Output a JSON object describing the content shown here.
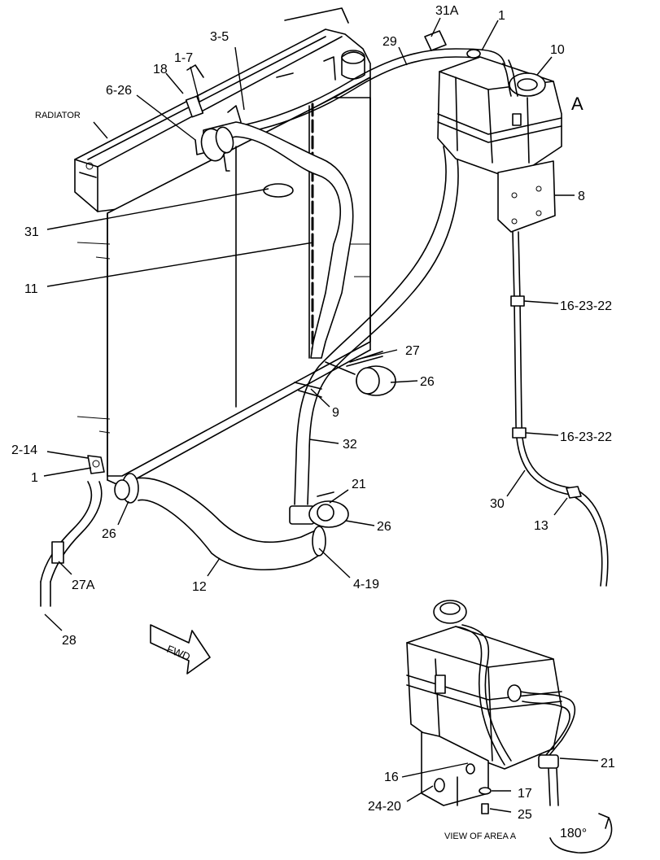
{
  "labels": {
    "radiator": "RADIATOR",
    "view_a": "A",
    "view_caption": "VIEW OF AREA A",
    "rotation": "180°",
    "fwd": "FWD"
  },
  "callouts": {
    "c31a": "31A",
    "c1_top": "1",
    "c29": "29",
    "c10": "10",
    "c3_5": "3-5",
    "c1_7": "1-7",
    "c18": "18",
    "c6_26": "6-26",
    "c8": "8",
    "c31": "31",
    "c11": "11",
    "c16_23_22_a": "16-23-22",
    "c27": "27",
    "c26_mid": "26",
    "c9": "9",
    "c16_23_22_b": "16-23-22",
    "c32": "32",
    "c2_14": "2-14",
    "c1_left": "1",
    "c21_top": "21",
    "c26_left": "26",
    "c26_right": "26",
    "c30": "30",
    "c13": "13",
    "c12": "12",
    "c4_19": "4-19",
    "c27a": "27A",
    "c28": "28",
    "c21_inset": "21",
    "c16_inset": "16",
    "c17": "17",
    "c24_20": "24-20",
    "c25": "25"
  }
}
